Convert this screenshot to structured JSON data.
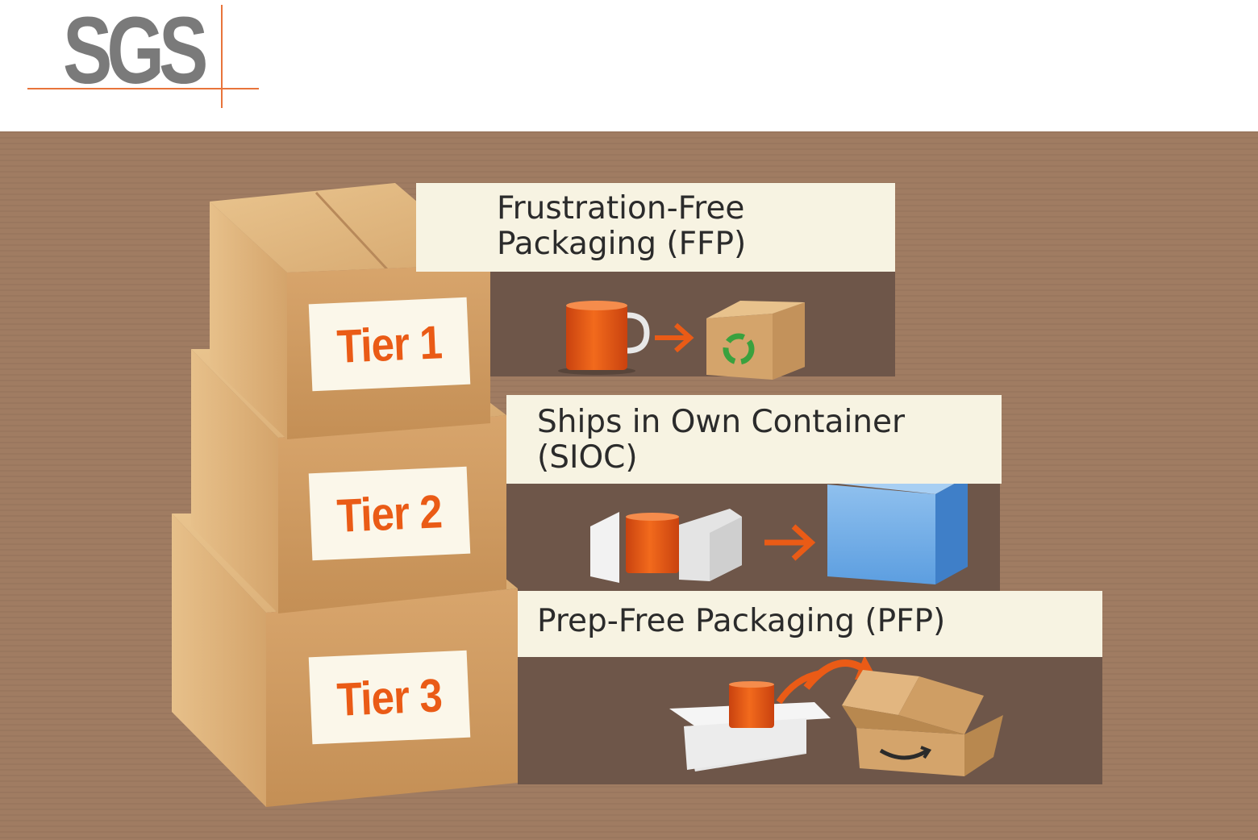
{
  "logo": {
    "text": "SGS",
    "accent_color": "#e8743b"
  },
  "tiers": [
    {
      "tier_label": "Tier 1",
      "title_lines": [
        "Frustration-Free",
        "Packaging (FFP)"
      ]
    },
    {
      "tier_label": "Tier 2",
      "title_lines": [
        "Ships in Own Container",
        "(SIOC)"
      ]
    },
    {
      "tier_label": "Tier 3",
      "title_lines": [
        "Prep-Free Packaging (PFP)"
      ]
    }
  ],
  "icons": [
    "mug-icon",
    "arrow-right-icon",
    "recycle-box-icon",
    "foam-insert-icon",
    "blue-box-icon",
    "open-box-icon",
    "amazon-box-icon"
  ],
  "colors": {
    "cardboard_bg": "#a07c62",
    "band_dark": "#6e5649",
    "box_tan": "#d4a46b",
    "tier_text": "#ea5b16",
    "label_bg": "#f7f3e2"
  }
}
